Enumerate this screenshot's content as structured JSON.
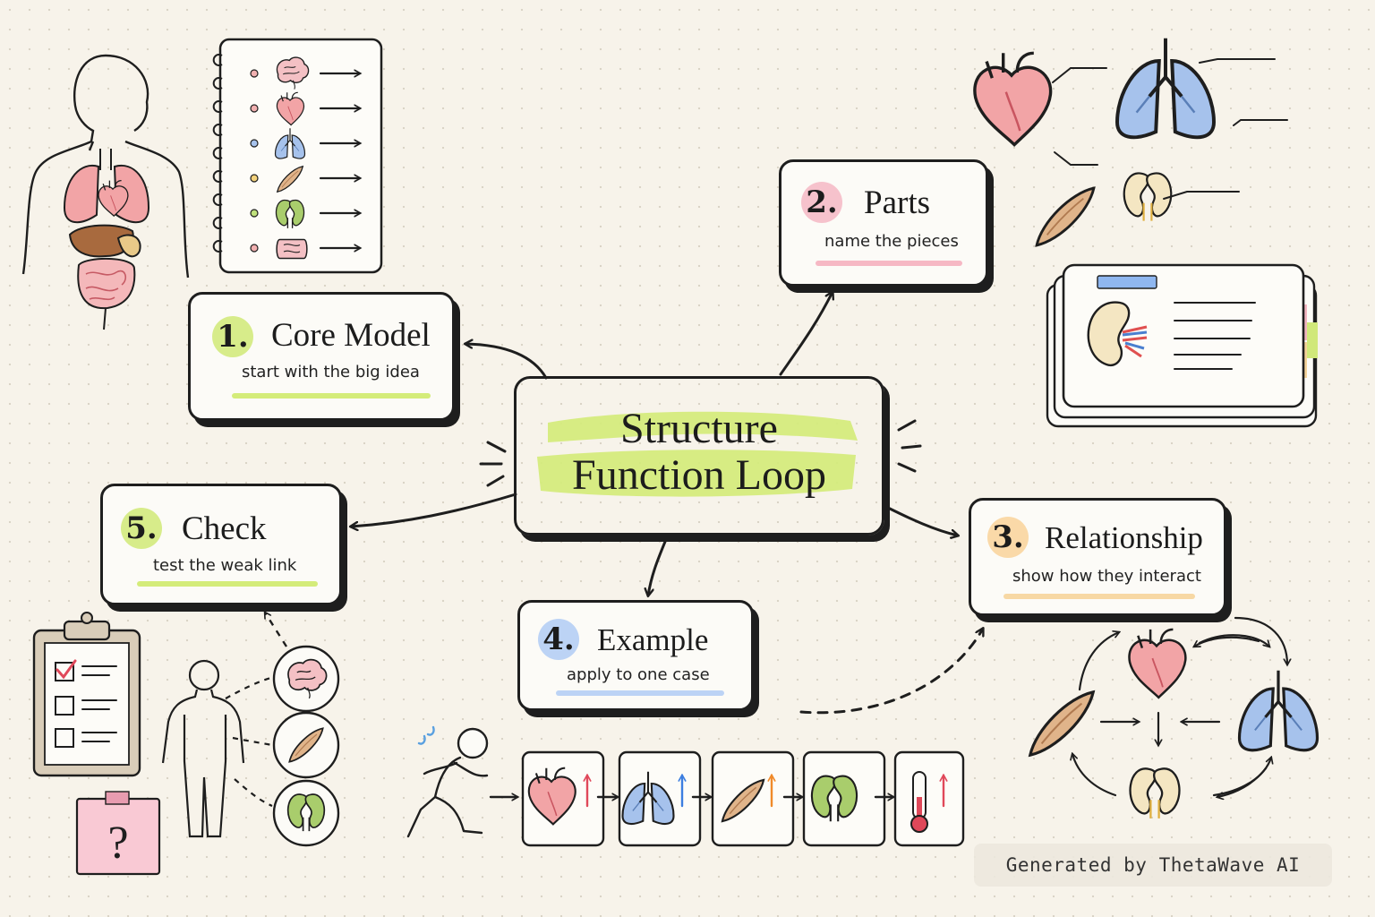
{
  "center": {
    "line1": "Structure",
    "line2": "Function Loop"
  },
  "steps": [
    {
      "num": "1.",
      "title": "Core Model",
      "subtitle": "start with the big idea",
      "color": "#d7ec8a"
    },
    {
      "num": "2.",
      "title": "Parts",
      "subtitle": "name the pieces",
      "color": "#f6c2cc"
    },
    {
      "num": "3.",
      "title": "Relationship",
      "subtitle": "show how they interact",
      "color": "#fad9a8"
    },
    {
      "num": "4.",
      "title": "Example",
      "subtitle": "apply to one case",
      "color": "#bcd3f5"
    },
    {
      "num": "5.",
      "title": "Check",
      "subtitle": "test the weak link",
      "color": "#d7ec8a"
    }
  ],
  "quiz_note": "?",
  "footer": "Generated by ThetaWave AI",
  "colors": {
    "heart": "#ef9a9a",
    "lungs": "#9bbbe8",
    "muscle": "#e0b48a",
    "kidney": "#a9cd6c",
    "highlight_green": "#d4ec7a",
    "ink": "#1e1e1e"
  },
  "icons": [
    "body-organs-icon",
    "brain-icon",
    "heart-icon",
    "lungs-icon",
    "muscle-icon",
    "kidney-icon",
    "intestine-icon",
    "runner-icon",
    "thermometer-icon",
    "clipboard-icon",
    "person-icon",
    "flashcards-icon"
  ]
}
